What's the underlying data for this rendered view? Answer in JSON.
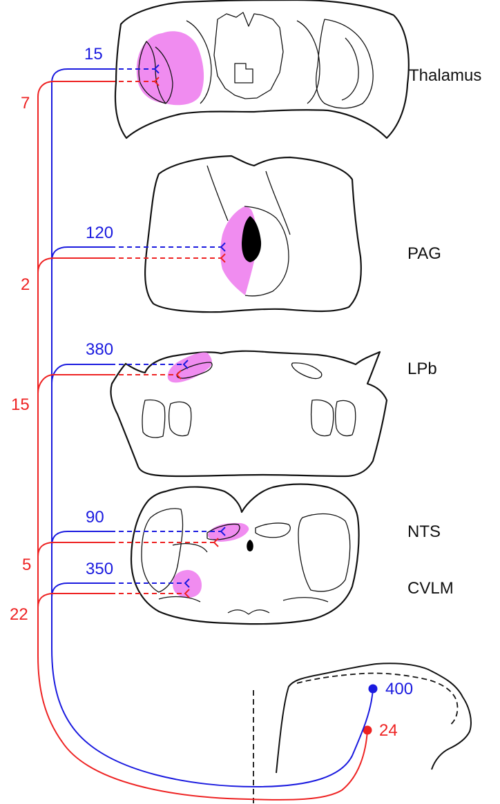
{
  "regions": {
    "thalamus": {
      "label": "Thalamus",
      "blue_count": "15",
      "red_count": "7"
    },
    "pag": {
      "label": "PAG",
      "blue_count": "120",
      "red_count": "2"
    },
    "lpb": {
      "label": "LPb",
      "blue_count": "380",
      "red_count": "15"
    },
    "nts": {
      "label": "NTS",
      "blue_count": "90",
      "red_count": "5"
    },
    "cvlm": {
      "label": "CVLM",
      "blue_count": "350",
      "red_count": "22"
    }
  },
  "spinal": {
    "blue_count": "400",
    "red_count": "24"
  },
  "colors": {
    "blue": "#1a1adf",
    "red": "#ee2222",
    "highlight": "#f08cf0",
    "outline": "#111111"
  }
}
